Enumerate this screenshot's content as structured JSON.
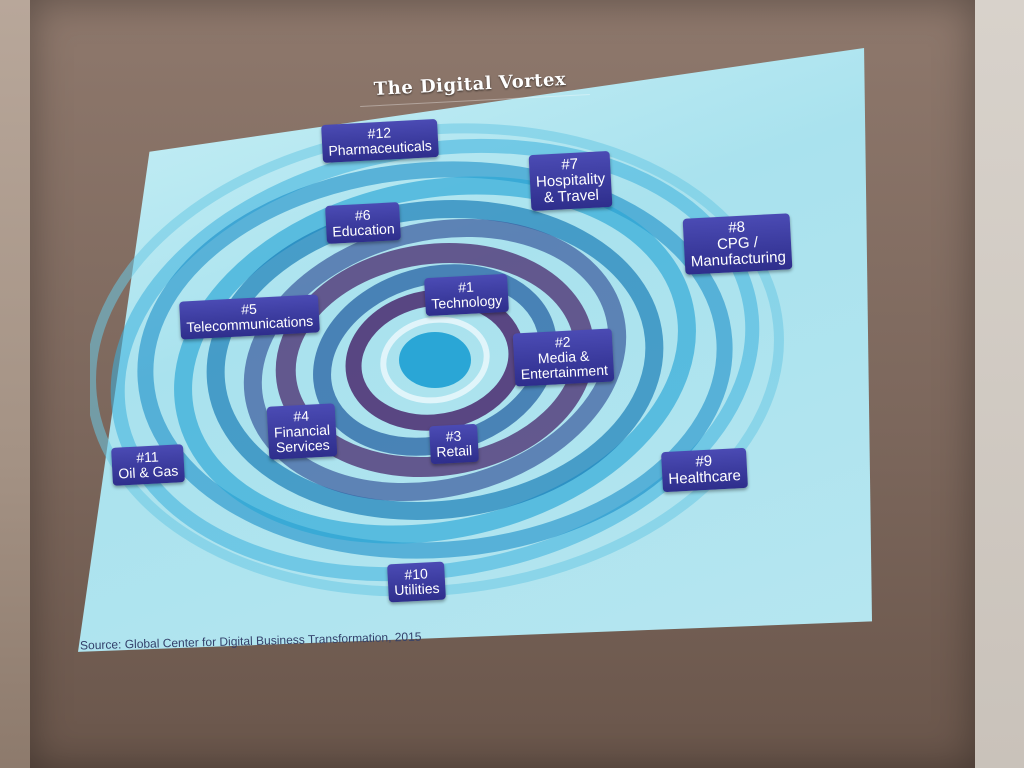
{
  "slide": {
    "title": "The Digital Vortex",
    "source": "Source: Global Center for Digital Business Transformation, 2015"
  },
  "industries": [
    {
      "rank": "#1",
      "name": "Technology"
    },
    {
      "rank": "#2",
      "name": "Media &",
      "name2": "Entertainment"
    },
    {
      "rank": "#3",
      "name": "Retail"
    },
    {
      "rank": "#4",
      "name": "Financial",
      "name2": "Services"
    },
    {
      "rank": "#5",
      "name": "Telecommunications"
    },
    {
      "rank": "#6",
      "name": "Education"
    },
    {
      "rank": "#7",
      "name": "Hospitality",
      "name2": "& Travel"
    },
    {
      "rank": "#8",
      "name": "CPG /",
      "name2": "Manufacturing"
    },
    {
      "rank": "#9",
      "name": "Healthcare"
    },
    {
      "rank": "#10",
      "name": "Utilities"
    },
    {
      "rank": "#11",
      "name": "Oil & Gas"
    },
    {
      "rank": "#12",
      "name": "Pharmaceuticals"
    }
  ],
  "colors": {
    "box": "#2e2e8c",
    "vortex_dark": "#4a2a6e",
    "vortex_light": "#2aa6d6",
    "slide_bg": "#b6e6f0"
  }
}
